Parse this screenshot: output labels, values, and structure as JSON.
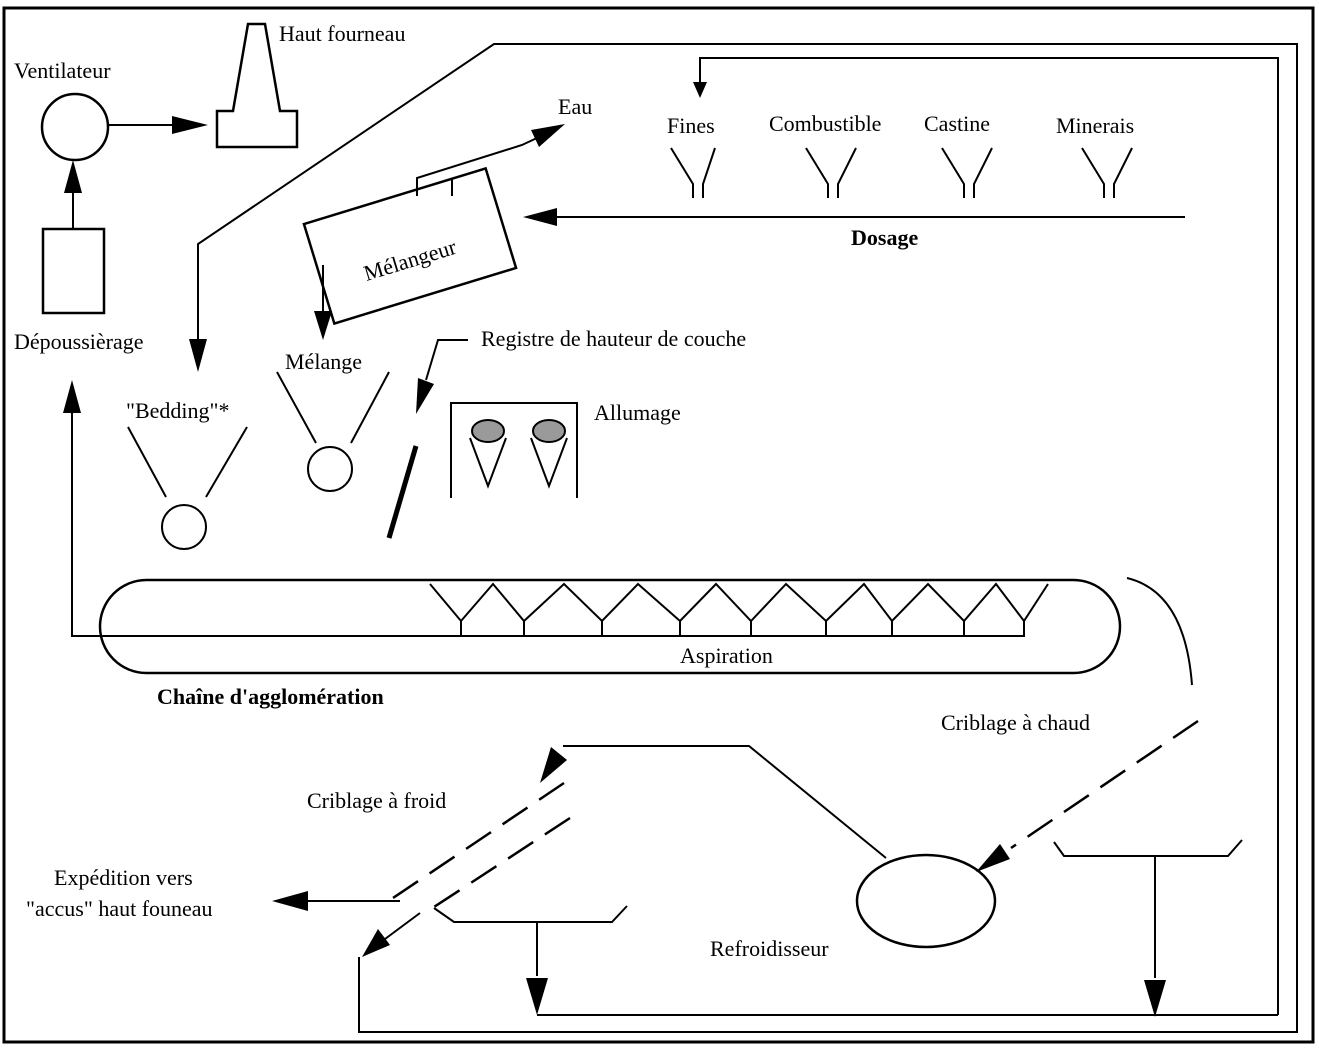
{
  "labels": {
    "haut_fourneau": "Haut fourneau",
    "ventilateur": "Ventilateur",
    "depoussierage": "Dépoussièrage",
    "eau": "Eau",
    "melangeur": "Mélangeur",
    "melange": "Mélange",
    "bedding": "\"Bedding\"*",
    "registre": "Registre de hauteur de couche",
    "allumage": "Allumage",
    "fines": "Fines",
    "combustible": "Combustible",
    "castine": "Castine",
    "minerais": "Minerais",
    "dosage": "Dosage",
    "aspiration": "Aspiration",
    "chaine": "Chaîne d'agglomération",
    "criblage_chaud": "Criblage à chaud",
    "criblage_froid": "Criblage à froid",
    "expedition_1": "Expédition vers",
    "expedition_2": "\"accus\" haut founeau",
    "refroidisseur": "Refroidisseur"
  }
}
